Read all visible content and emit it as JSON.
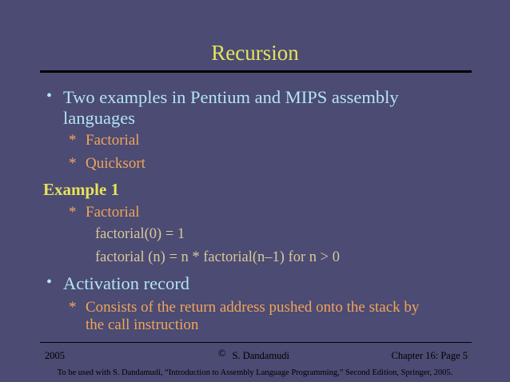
{
  "slide": {
    "title": "Recursion",
    "bullets": {
      "b1_line1": "Two examples in Pentium and MIPS assembly",
      "b1_line2": "languages",
      "b1_sub1": "Factorial",
      "b1_sub2": "Quicksort",
      "example_heading": "Example 1",
      "ex_sub1": "Factorial",
      "code_line1": "factorial(0) = 1",
      "code_line2": "factorial (n) = n * factorial(n–1) for n > 0",
      "b2_line1": "Activation record",
      "b2_sub1_line1": "Consists of the return address pushed onto the stack by",
      "b2_sub1_line2": "the call instruction"
    },
    "markers": {
      "bullet": "•",
      "sub": "*"
    }
  },
  "footer": {
    "year": "2005",
    "copyright_symbol": "©",
    "author": "S. Dandamudi",
    "page": "Chapter 16: Page 5",
    "note": "To be used with S. Dandamudi, “Introduction to Assembly Language Programming,” Second Edition, Springer, 2005."
  },
  "colors": {
    "background": "#4b4b73",
    "title": "#e6e35a",
    "level1": "#b4e4f3",
    "level2": "#f1a45a",
    "code": "#d8c89a"
  }
}
